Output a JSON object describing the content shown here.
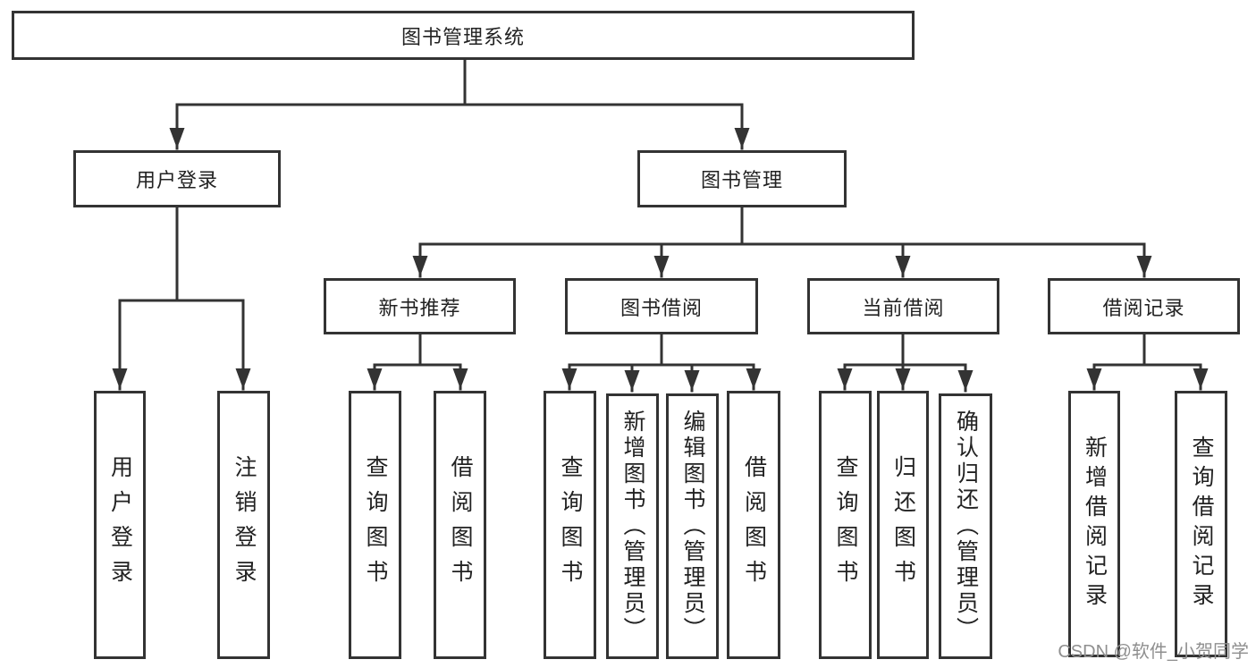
{
  "watermark": {
    "text": "CSDN @软件_小贺同学",
    "color": "#8f8f8f"
  },
  "colors": {
    "line": "#333333",
    "box_border": "#333333",
    "text": "#222222",
    "background": "#ffffff"
  },
  "tree": {
    "root": {
      "label": "图书管理系统"
    },
    "branches": [
      {
        "label": "用户登录",
        "children": [
          {
            "label": "用户登录"
          },
          {
            "label": "注销登录"
          }
        ]
      },
      {
        "label": "图书管理",
        "children": [
          {
            "label": "新书推荐",
            "children": [
              {
                "label": "查询图书"
              },
              {
                "label": "借阅图书"
              }
            ]
          },
          {
            "label": "图书借阅",
            "children": [
              {
                "label": "查询图书"
              },
              {
                "label": "新增图书（管理员）"
              },
              {
                "label": "编辑图书（管理员）"
              },
              {
                "label": "借阅图书"
              }
            ]
          },
          {
            "label": "当前借阅",
            "children": [
              {
                "label": "查询图书"
              },
              {
                "label": "归还图书"
              },
              {
                "label": "确认归还（管理员）"
              }
            ]
          },
          {
            "label": "借阅记录",
            "children": [
              {
                "label": "新增借阅记录"
              },
              {
                "label": "查询借阅记录"
              }
            ]
          }
        ]
      }
    ]
  }
}
